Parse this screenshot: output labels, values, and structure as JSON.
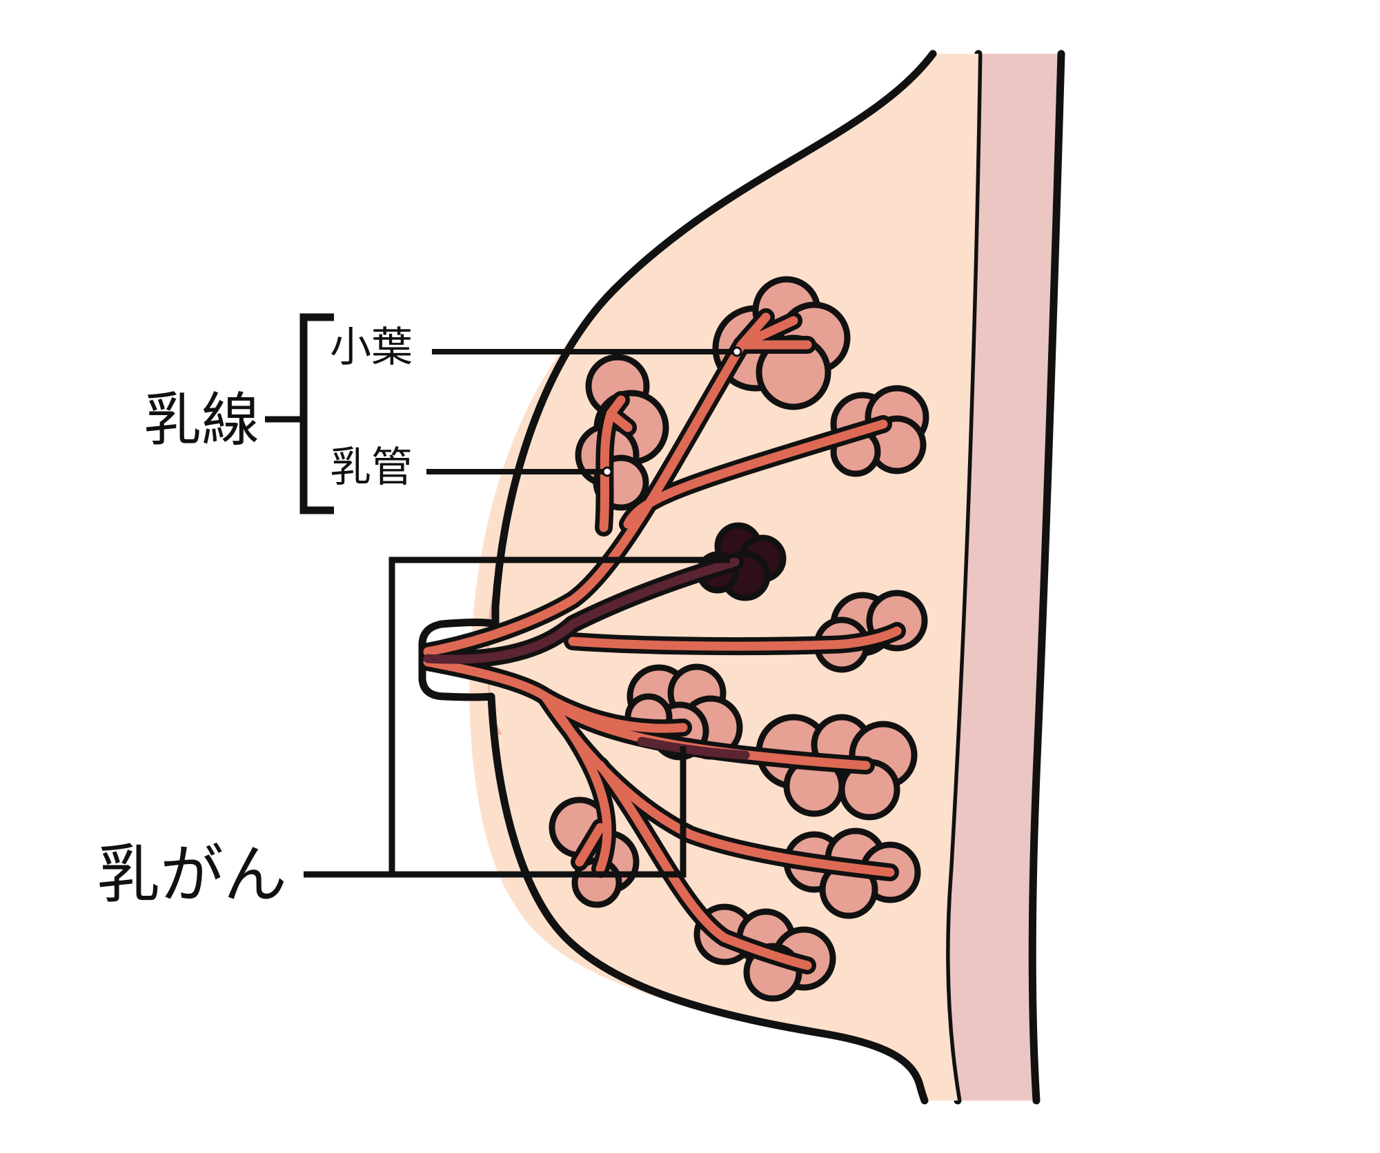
{
  "diagram": {
    "labels": {
      "mammary_gland": "乳線",
      "lobule": "小葉",
      "duct": "乳管",
      "breast_cancer": "乳がん"
    },
    "colors": {
      "background": "#ffffff",
      "breast_tissue": "#fde0cc",
      "chest_wall": "#ecc6c3",
      "areola": "#eab0a5",
      "lobule_fill": "#e7a094",
      "duct_fill": "#de6a55",
      "tumor": "#2e0f18",
      "tumor_duct": "#5a2432",
      "outline": "#111111"
    }
  }
}
